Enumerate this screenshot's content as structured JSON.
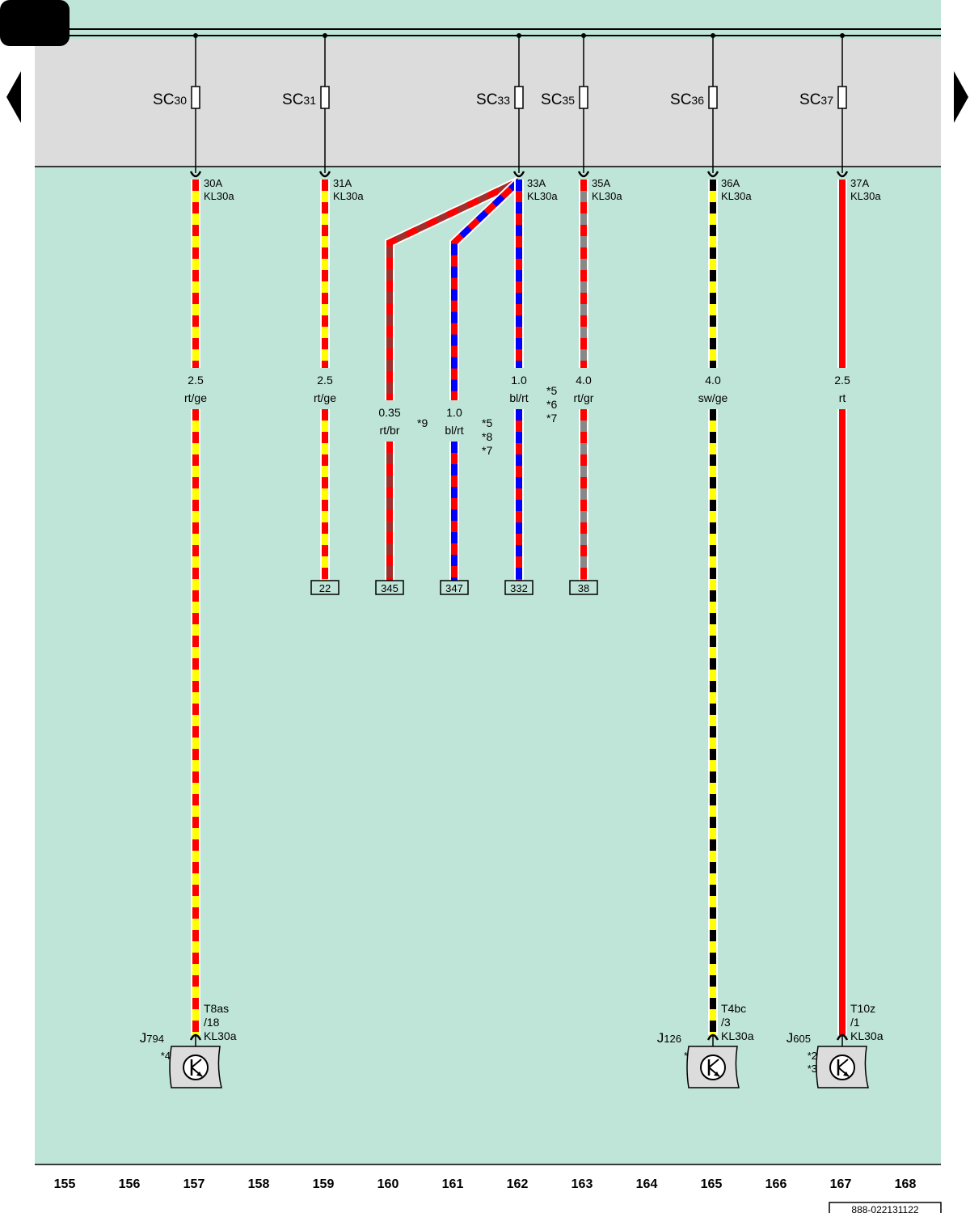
{
  "colors": {
    "background": "#bfe4d8",
    "fuse_band": "#dcdcdc",
    "red": "#ff0000",
    "yellow": "#ffff00",
    "brown": "#a0302c",
    "blue": "#0000ff",
    "grey": "#888888",
    "black": "#000000"
  },
  "nav": {
    "prev_arrow_icon": "arrow-left-icon",
    "next_arrow_icon": "arrow-right-icon"
  },
  "fuses": [
    {
      "id": "fuse-sc30",
      "label_main": "SC",
      "label_sub": "30",
      "pin": "30A",
      "term": "KL30a"
    },
    {
      "id": "fuse-sc31",
      "label_main": "SC",
      "label_sub": "31",
      "pin": "31A",
      "term": "KL30a"
    },
    {
      "id": "fuse-sc33",
      "label_main": "SC",
      "label_sub": "33",
      "pin": "33A",
      "term": "KL30a"
    },
    {
      "id": "fuse-sc35",
      "label_main": "SC",
      "label_sub": "35",
      "pin": "35A",
      "term": "KL30a"
    },
    {
      "id": "fuse-sc36",
      "label_main": "SC",
      "label_sub": "36",
      "pin": "36A",
      "term": "KL30a"
    },
    {
      "id": "fuse-sc37",
      "label_main": "SC",
      "label_sub": "37",
      "pin": "37A",
      "term": "KL30a"
    }
  ],
  "wires": [
    {
      "id": "wire-157",
      "size": "2.5",
      "color": "rt/ge",
      "c1": "red",
      "c2": "yellow"
    },
    {
      "id": "wire-159",
      "size": "2.5",
      "color": "rt/ge",
      "c1": "red",
      "c2": "yellow"
    },
    {
      "id": "wire-160",
      "size": "0.35",
      "color": "rt/br",
      "c1": "red",
      "c2": "brown",
      "note": "*9"
    },
    {
      "id": "wire-161",
      "size": "1.0",
      "color": "bl/rt",
      "c1": "blue",
      "c2": "red",
      "note_lines": [
        "*5",
        "*8",
        "*7"
      ]
    },
    {
      "id": "wire-162",
      "size": "1.0",
      "color": "bl/rt",
      "c1": "blue",
      "c2": "red",
      "note_lines": [
        "*5",
        "*6",
        "*7"
      ]
    },
    {
      "id": "wire-163",
      "size": "4.0",
      "color": "rt/gr",
      "c1": "red",
      "c2": "grey"
    },
    {
      "id": "wire-165",
      "size": "4.0",
      "color": "sw/ge",
      "c1": "black",
      "c2": "yellow"
    },
    {
      "id": "wire-167",
      "size": "2.5",
      "color": "rt",
      "c1": "red",
      "c2": "red"
    }
  ],
  "refs": [
    "22",
    "345",
    "347",
    "332",
    "38"
  ],
  "components": [
    {
      "id": "j794",
      "label_main": "J",
      "label_sub": "794",
      "note_lines": [
        "*4"
      ],
      "conn": "T8as",
      "pin": "/18",
      "term": "KL30a"
    },
    {
      "id": "j126",
      "label_main": "J",
      "label_sub": "126",
      "note_lines": [
        "*"
      ],
      "conn": "T4bc",
      "pin": "/3",
      "term": "KL30a"
    },
    {
      "id": "j605",
      "label_main": "J",
      "label_sub": "605",
      "note_lines": [
        "*2",
        "*3"
      ],
      "conn": "T10z",
      "pin": "/1",
      "term": "KL30a"
    }
  ],
  "grid_numbers": [
    "155",
    "156",
    "157",
    "158",
    "159",
    "160",
    "161",
    "162",
    "163",
    "164",
    "165",
    "166",
    "167",
    "168"
  ],
  "doc_code": "888-022131122"
}
